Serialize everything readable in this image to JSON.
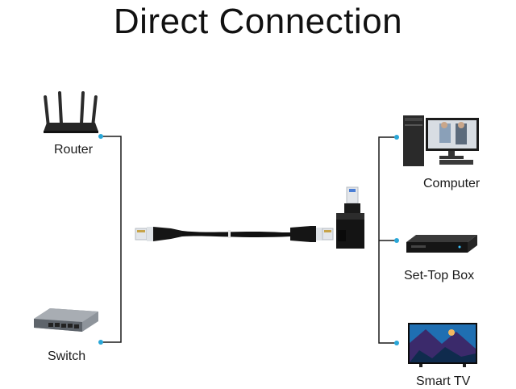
{
  "title": "Direct Connection",
  "devices": {
    "router": {
      "label": "Router",
      "icon": "router-icon"
    },
    "switch": {
      "label": "Switch",
      "icon": "network-switch-icon"
    },
    "computer": {
      "label": "Computer",
      "icon": "desktop-computer-icon"
    },
    "set_top_box": {
      "label": "Set-Top Box",
      "icon": "set-top-box-icon"
    },
    "smart_tv": {
      "label": "Smart TV",
      "icon": "smart-tv-icon"
    }
  },
  "cable": {
    "icon": "ethernet-cable-icon",
    "adapter_icon": "right-angle-adapter-icon"
  },
  "colors": {
    "line": "#1a1a1a",
    "dot": "#2aa7d8",
    "cable": "#111111",
    "plug": "#d9dde2",
    "screen": "#1f6fb2"
  }
}
